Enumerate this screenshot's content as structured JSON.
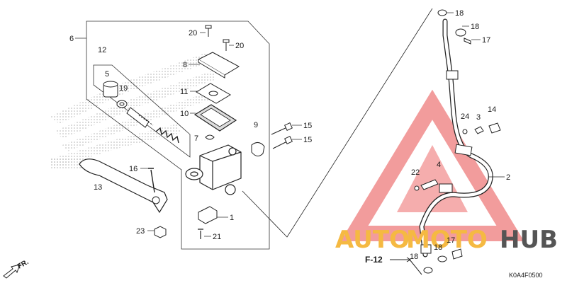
{
  "diagram": {
    "part_numbers": [
      {
        "id": "p6",
        "text": "6"
      },
      {
        "id": "p12",
        "text": "12"
      },
      {
        "id": "p5",
        "text": "5"
      },
      {
        "id": "p19",
        "text": "19"
      },
      {
        "id": "p16",
        "text": "16"
      },
      {
        "id": "p13",
        "text": "13"
      },
      {
        "id": "p23",
        "text": "23"
      },
      {
        "id": "p20a",
        "text": "20"
      },
      {
        "id": "p20b",
        "text": "20"
      },
      {
        "id": "p8",
        "text": "8"
      },
      {
        "id": "p11",
        "text": "11"
      },
      {
        "id": "p10",
        "text": "10"
      },
      {
        "id": "p7",
        "text": "7"
      },
      {
        "id": "p9",
        "text": "9"
      },
      {
        "id": "p15a",
        "text": "15"
      },
      {
        "id": "p15b",
        "text": "15"
      },
      {
        "id": "p1",
        "text": "1"
      },
      {
        "id": "p21",
        "text": "21"
      },
      {
        "id": "p18a",
        "text": "18"
      },
      {
        "id": "p18b",
        "text": "18"
      },
      {
        "id": "p17a",
        "text": "17"
      },
      {
        "id": "p24",
        "text": "24"
      },
      {
        "id": "p3",
        "text": "3"
      },
      {
        "id": "p14",
        "text": "14"
      },
      {
        "id": "p22",
        "text": "22"
      },
      {
        "id": "p4",
        "text": "4"
      },
      {
        "id": "p2",
        "text": "2"
      },
      {
        "id": "p17b",
        "text": "17"
      },
      {
        "id": "p18c",
        "text": "18"
      },
      {
        "id": "p18d",
        "text": "18"
      }
    ],
    "reference_label": "F-12",
    "direction_label": "FR.",
    "diagram_code": "K0A4F0500"
  },
  "watermark": {
    "text_auto": "AUTO",
    "text_moto": "MOTO",
    "text_hub": "HUB",
    "color_orange": "#f5b942",
    "color_dark": "#555555",
    "color_red": "#e84a4a"
  }
}
